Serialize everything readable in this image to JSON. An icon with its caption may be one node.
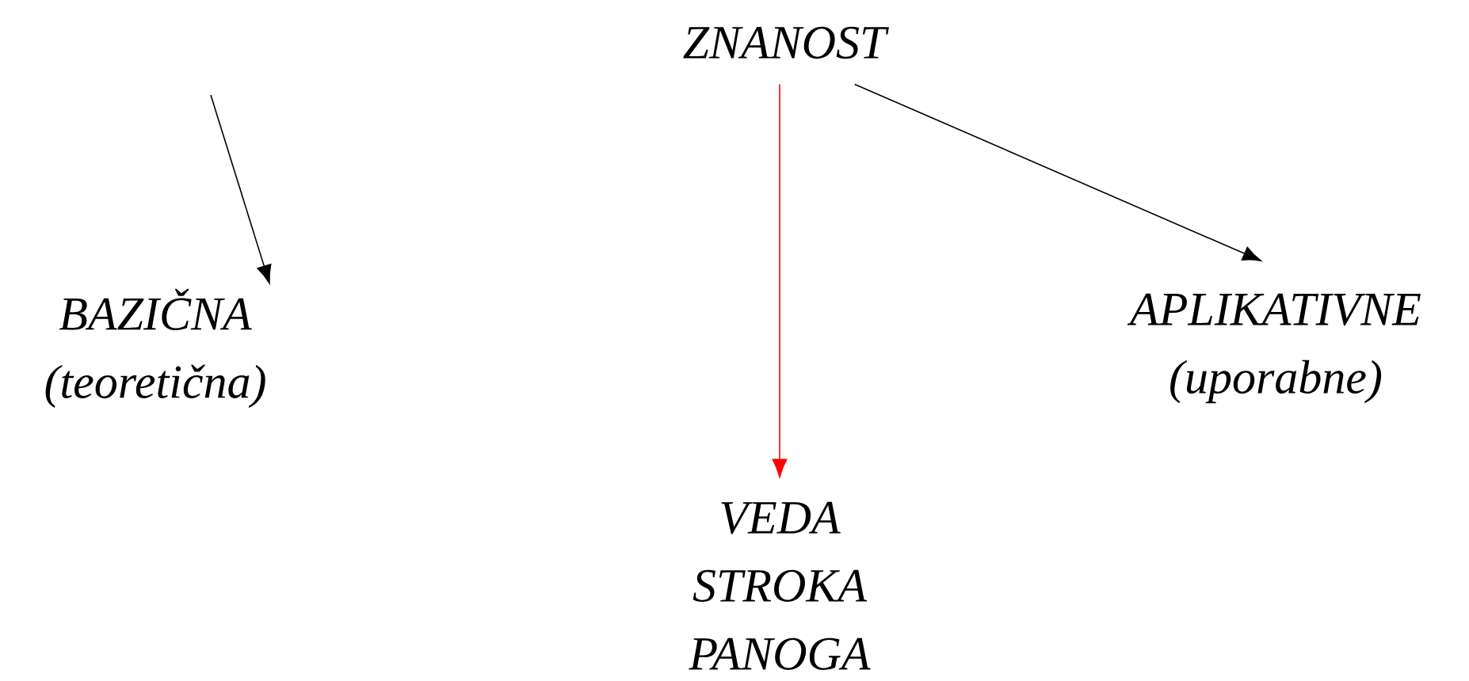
{
  "diagram": {
    "nodes": [
      {
        "text": [
          "ZNANOST"
        ]
      },
      {
        "text": [
          "BAZIČNA",
          "(teoretična)"
        ]
      },
      {
        "text": [
          "APLIKATIVNE",
          "(uporabne)"
        ]
      },
      {
        "text": [
          "VEDA STROKA PANOGA"
        ]
      }
    ],
    "edges": [
      {
        "from": null,
        "to": 1,
        "arrow": "to"
      },
      {
        "from": 0,
        "to": 2,
        "arrow": "to"
      },
      {
        "from": 0,
        "to": 3,
        "arrow": "to",
        "color": "#ff0000"
      }
    ]
  }
}
